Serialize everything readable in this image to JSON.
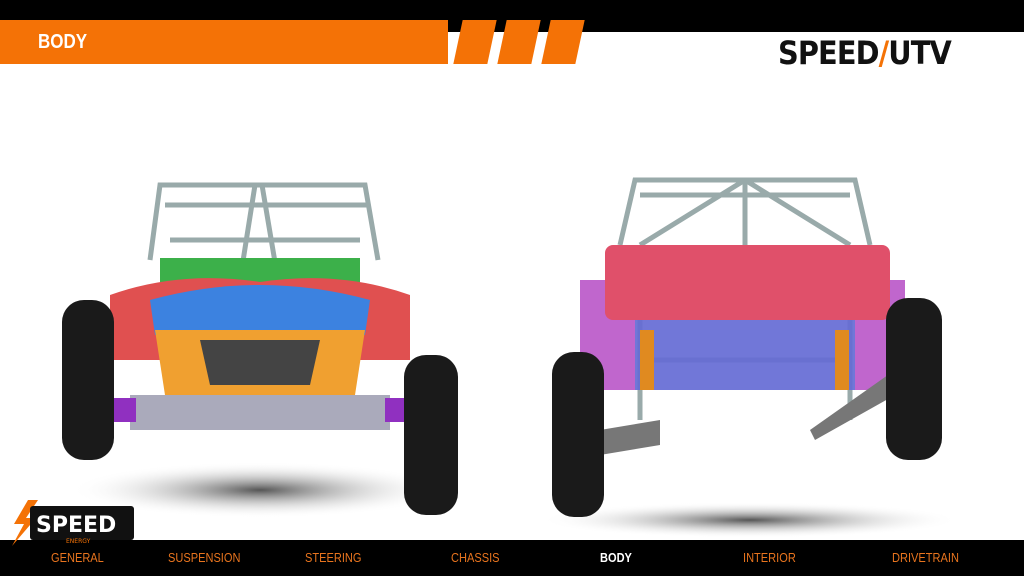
{
  "header": {
    "title": "BODY",
    "logo_text": "SPEED UTV"
  },
  "brand_logo": {
    "text": "SPEED",
    "subtext": "ENERGY"
  },
  "nav": {
    "items": [
      {
        "label": "GENERAL",
        "active": false
      },
      {
        "label": "SUSPENSION",
        "active": false
      },
      {
        "label": "STEERING",
        "active": false
      },
      {
        "label": "CHASSIS",
        "active": false
      },
      {
        "label": "BODY",
        "active": true
      },
      {
        "label": "INTERIOR",
        "active": false
      },
      {
        "label": "DRIVETRAIN",
        "active": false
      }
    ]
  },
  "colors": {
    "accent": "#f47206",
    "bar": "#000000"
  }
}
